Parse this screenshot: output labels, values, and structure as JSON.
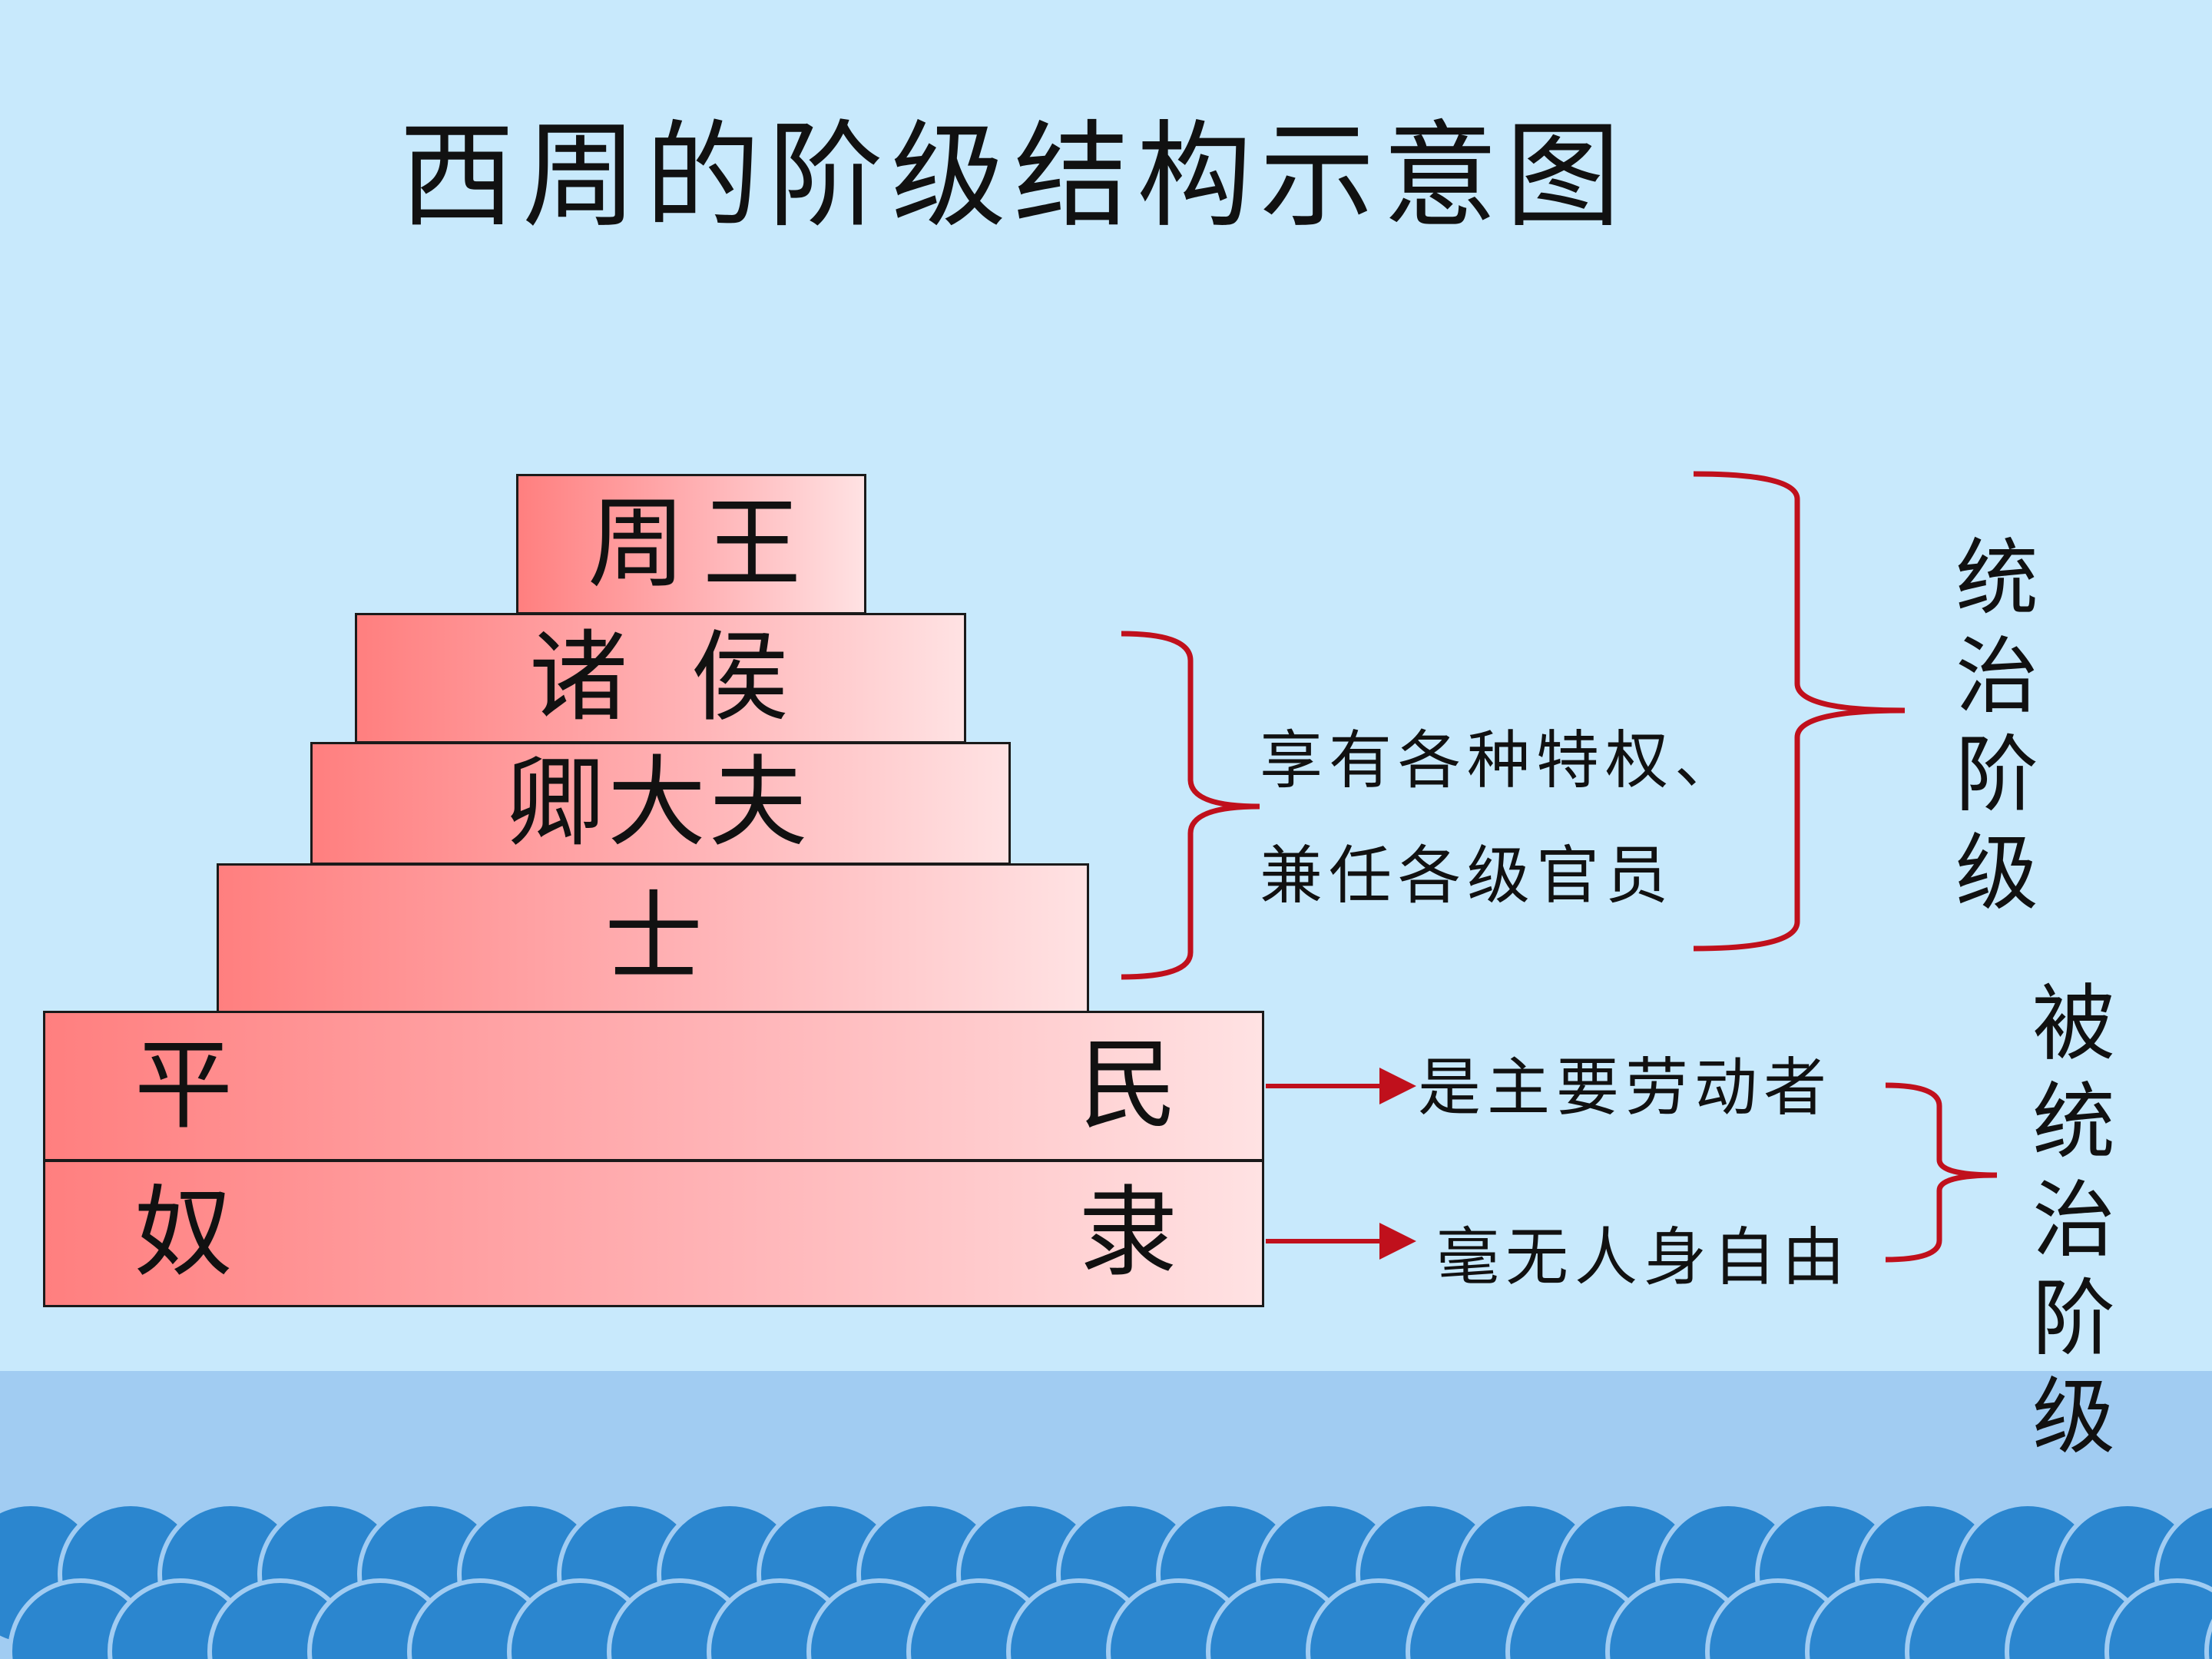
{
  "title": "西周的阶级结构示意图",
  "pyramid": {
    "zhou_wang": "周王",
    "zhu_hou": "诸侯",
    "qing_dafu": "卿大夫",
    "shi": "士",
    "pingmin_left": "平",
    "pingmin_right": "民",
    "nuli_left": "奴",
    "nuli_right": "隶"
  },
  "annotations": {
    "privilege_line1": "享有各种特权、",
    "privilege_line2": "兼任各级官员",
    "pingmin_note": "是主要劳动者",
    "nuli_note": "毫无人身自由"
  },
  "classes": {
    "ruling": [
      "统",
      "治",
      "阶",
      "级"
    ],
    "ruled": [
      "被",
      "统",
      "治",
      "阶",
      "级"
    ]
  },
  "colors": {
    "background": "#c8e9fc",
    "bracket": "#c0101c",
    "layer_dark": "#ff7f7f",
    "layer_light": "#ffe2e3",
    "scallop": "#2b86cf"
  }
}
